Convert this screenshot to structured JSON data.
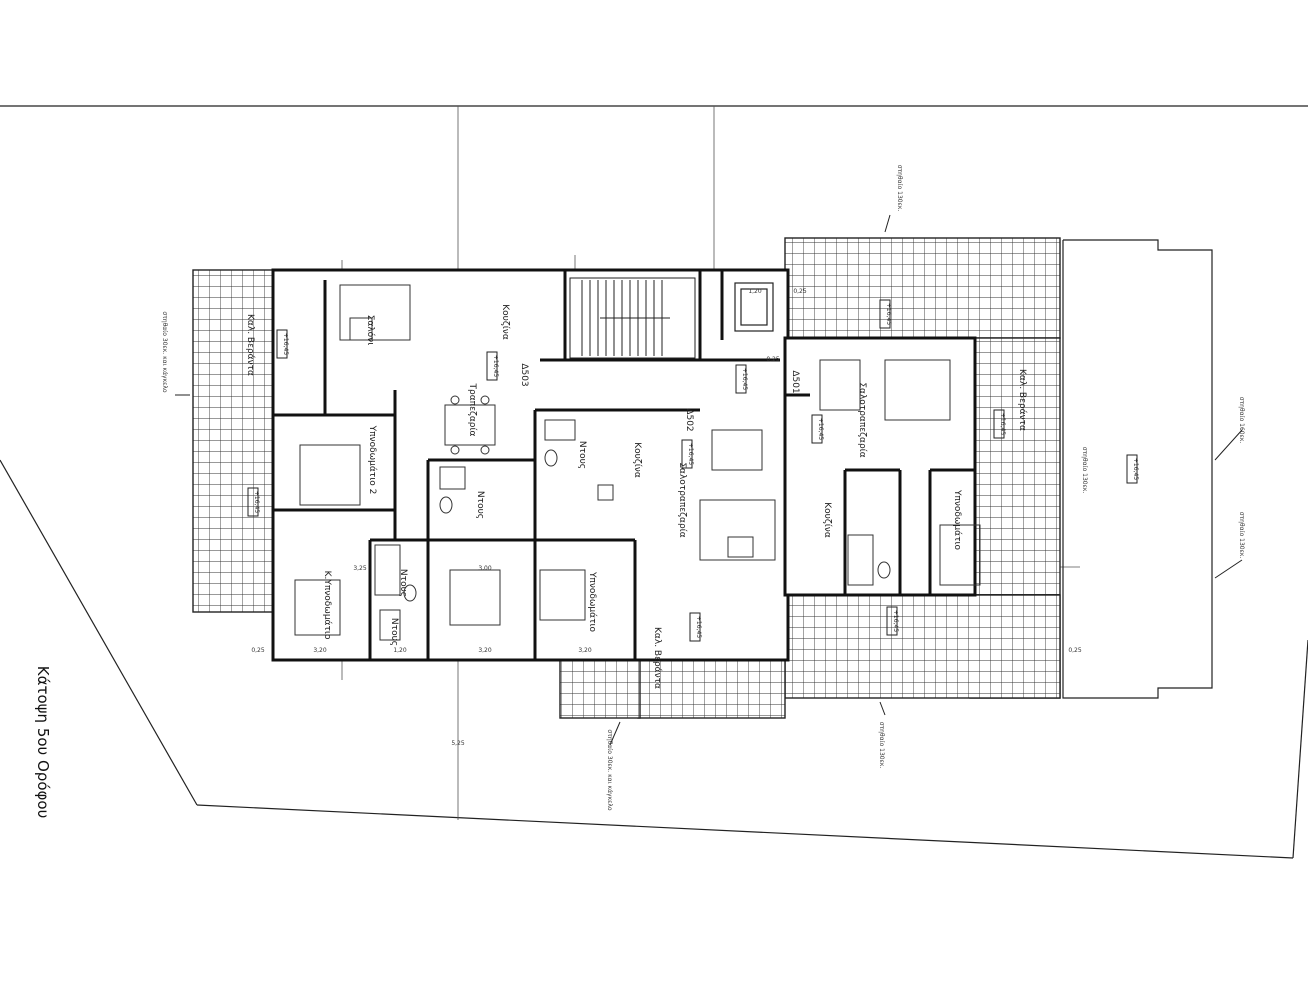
{
  "drawing": {
    "title": "Κάτοψη 5ου Ορόφου"
  },
  "rooms": {
    "left_balcony": "Καλ. Βεράντα",
    "saloni": "Σαλόνι",
    "kouzina_a": "Κουζίνα",
    "trapezaria": "Τραπεζαρία",
    "ypnodomatio_2": "Υπνοδωμάτιο 2",
    "k_ypnodomatio": "Κ.Υπνοδωμάτιο",
    "ntouz_a": "Ντους",
    "ntouz_b": "Ντους",
    "ntouz_c": "Ντους",
    "ntouz_d": "Ντους",
    "kouzina_b": "Κουζίνα",
    "saloni_trapezaria_b": "Σαλοτραπεζαρία",
    "ypnodomatio_b": "Υπνοδωμάτιο",
    "front_balcony": "Καλ. Βεράντα",
    "kouzina_c": "Κουζίνα",
    "saloni_trapezaria_c": "Σαλοτραπεζαρία",
    "right_balcony": "Καλ. Βεράντα",
    "ypnodomatio_c": "Υπνοδωμάτιο"
  },
  "doors": {
    "d503": "Δ503",
    "d502": "Δ502",
    "d501": "Δ501"
  },
  "notes": {
    "railing_left": "στηθαίο 30εκ. και κάγκελο",
    "railing_top": "στηθαίο 130εκ.",
    "railing_right_a": "στηθαίο 160εκ.",
    "railing_right_b": "στηθαίο 130εκ.",
    "railing_right_c": "στηθαίο 130εκ.",
    "railing_bottom_a": "στηθαίο 30εκ. και κάγκελο",
    "railing_bottom_b": "στηθαίο 130εκ."
  },
  "levels": {
    "level": "+16,45"
  },
  "dimensions": {
    "d320": "3,20",
    "d025": "0,25",
    "d120": "1,20",
    "d325": "3,25",
    "d300": "3,00",
    "d525": "5,25"
  }
}
